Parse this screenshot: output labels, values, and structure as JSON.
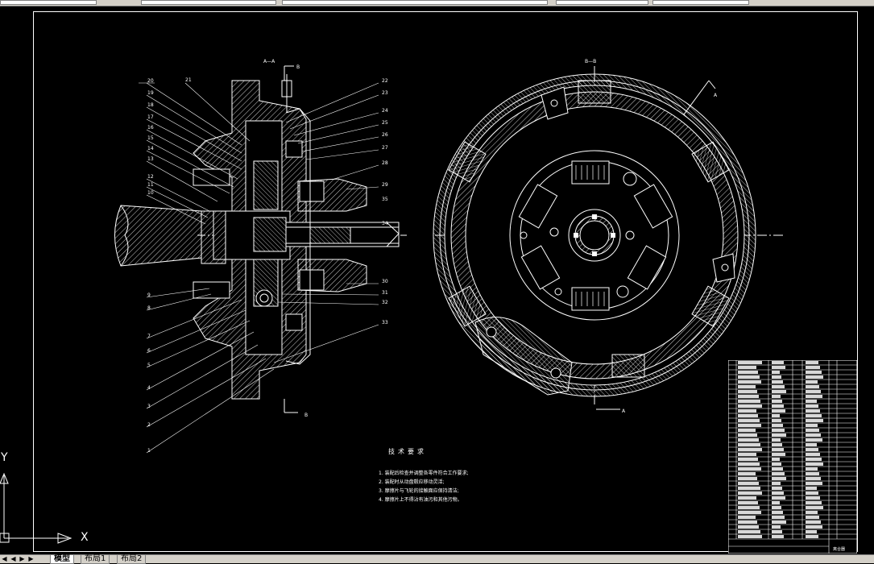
{
  "window": {
    "tabs": [
      "模型",
      "布局1",
      "布局2"
    ],
    "active_tab": "模型"
  },
  "ucs": {
    "x_label": "X",
    "y_label": "Y"
  },
  "left_view": {
    "section_label": "A—A",
    "cut_label": "B",
    "callouts_left": [
      "20",
      "19",
      "18",
      "17",
      "16",
      "15",
      "14",
      "13",
      "12",
      "11",
      "10",
      "9",
      "8",
      "7",
      "6",
      "5",
      "4",
      "3",
      "2",
      "1"
    ],
    "callouts_right": [
      "22",
      "23",
      "24",
      "25",
      "26",
      "27",
      "28",
      "29",
      "30",
      "31",
      "32",
      "33",
      "34",
      "35"
    ],
    "callout_top": "21"
  },
  "right_view": {
    "section_label": "B—B",
    "cut_label": "A"
  },
  "notes": {
    "title": "技术要求",
    "items": [
      "1. 装配后检查并调整各零件符合工作要求;",
      "2. 装配时从动盘毂应移动灵活;",
      "3. 摩擦片与飞轮的接触面应保持清洁;",
      "4. 摩擦片上不得沾有油污和其他污物。"
    ]
  },
  "bom": {
    "rows": 37,
    "footer": [
      "离合器"
    ]
  }
}
